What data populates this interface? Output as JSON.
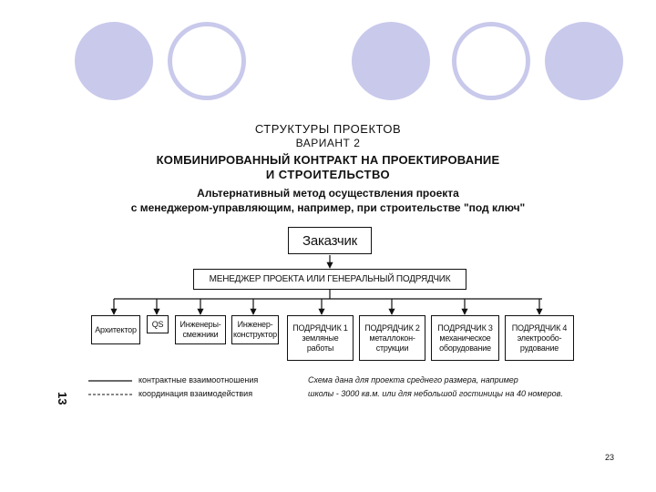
{
  "header": {
    "line1": "СТРУКТУРЫ   ПРОЕКТОВ",
    "line2": "ВАРИАНТ 2",
    "line3": "КОМБИНИРОВАННЫЙ  КОНТРАКТ НА ПРОЕКТИРОВАНИЕ",
    "line4": "И СТРОИТЕЛЬСТВО",
    "line5": "Альтернативный  метод  осуществления  проекта",
    "line6": "с  менеджером-управляющим,  например,  при  строительстве  \"под  ключ\""
  },
  "nodes": {
    "customer": "Заказчик",
    "manager": "МЕНЕДЖЕР ПРОЕКТА ИЛИ ГЕНЕРАЛЬНЫЙ ПОДРЯДЧИК",
    "architect": "Архитектор",
    "qs": "QS",
    "engineers": [
      "Инженеры-",
      "смежники"
    ],
    "designer": [
      "Инженер-",
      "конструктор"
    ],
    "sub1": [
      "ПОДРЯДЧИК 1",
      "земляные",
      "работы"
    ],
    "sub2": [
      "ПОДРЯДЧИК 2",
      "металлокон-",
      "струкции"
    ],
    "sub3": [
      "ПОДРЯДЧИК 3",
      "механическое",
      "оборудование"
    ],
    "sub4": [
      "ПОДРЯДЧИК 4",
      "электрообо-",
      "рудование"
    ]
  },
  "legend": {
    "solid": "контрактные  взаимоотношения",
    "dashed": "координация  взаимодействия"
  },
  "note": {
    "line1": "Схема дана для проекта среднего размера, например",
    "line2": "школы - 3000 кв.м. или для небольшой гостиницы на 40 номеров."
  },
  "side_number": "13",
  "page_number": "23",
  "colors": {
    "circle": "#c9c9ec",
    "ink": "#111111"
  }
}
